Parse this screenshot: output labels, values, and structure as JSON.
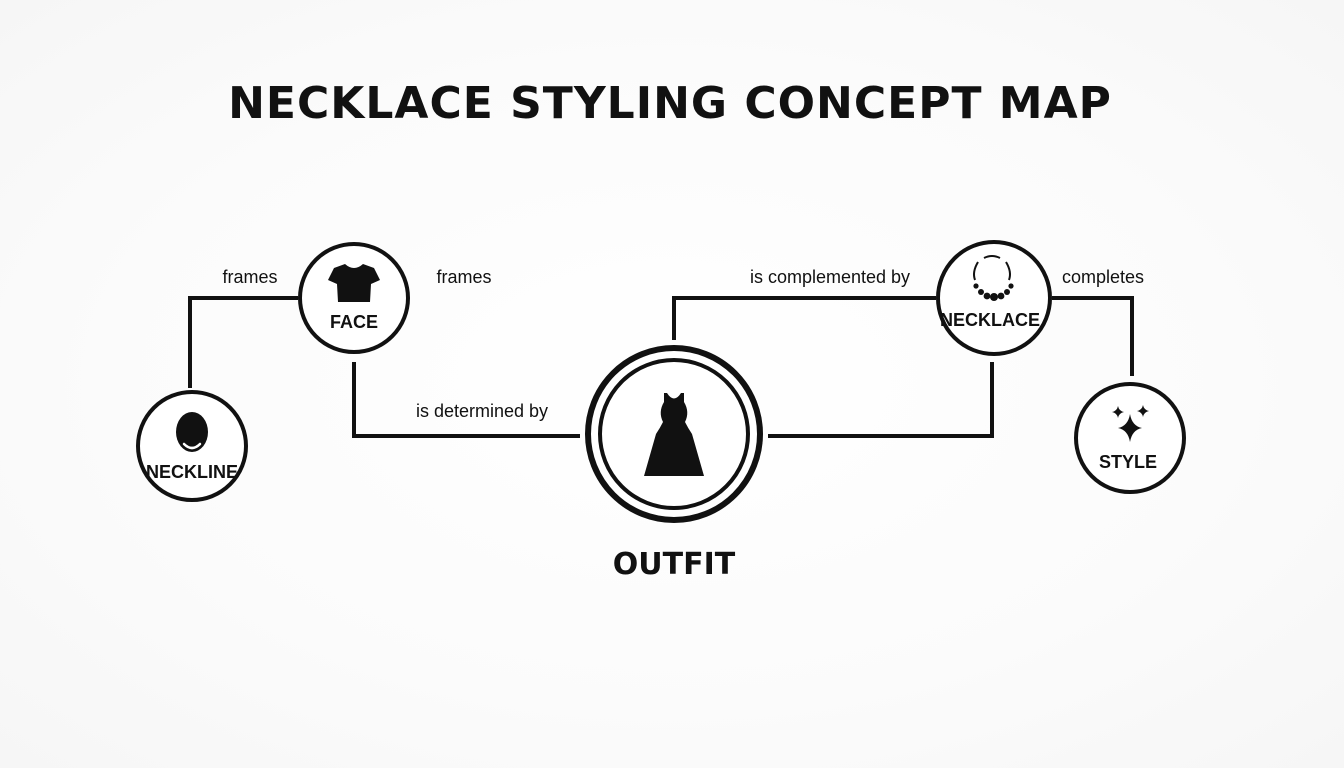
{
  "title": "NECKLACE STYLING CONCEPT MAP",
  "nodes": {
    "neckline": {
      "label": "NECKLINE",
      "icon": "face-silhouette-icon"
    },
    "face": {
      "label": "FACE",
      "icon": "tshirt-icon"
    },
    "outfit": {
      "label": "OUTFIT",
      "icon": "dress-icon"
    },
    "necklace": {
      "label": "NECKLACE",
      "icon": "necklace-icon"
    },
    "style": {
      "label": "STYLE",
      "icon": "sparkle-icon"
    }
  },
  "edges": {
    "neckline_face": "frames",
    "face_right": "frames",
    "face_outfit": "is determined by",
    "outfit_necklace": "is complemented by",
    "necklace_style": "completes"
  },
  "colors": {
    "ink": "#111111",
    "background": "#fbfbfb"
  }
}
